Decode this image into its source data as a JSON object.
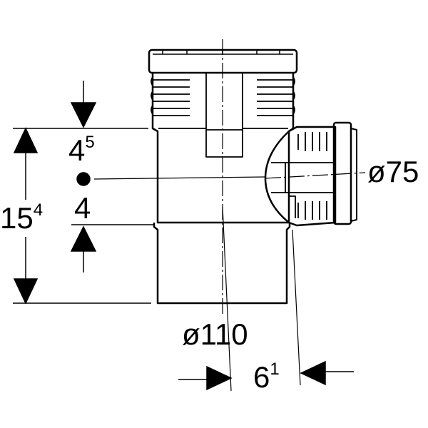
{
  "dimensions": {
    "top_offset": {
      "main": "4",
      "sup": "5"
    },
    "bottom_offset": {
      "main": "4"
    },
    "total_height": {
      "main": "15",
      "sup": "4"
    },
    "branch_diameter": {
      "main": "ø75"
    },
    "main_diameter": {
      "main": "ø110"
    },
    "branch_offset": {
      "main": "6",
      "sup": "1"
    }
  },
  "colors": {
    "line": "#000000",
    "background": "#ffffff"
  }
}
